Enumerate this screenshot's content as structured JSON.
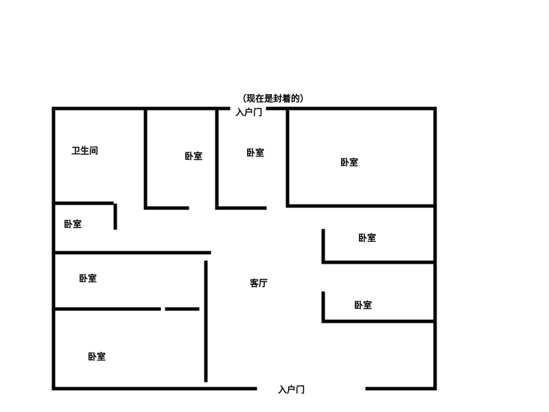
{
  "note": "（现在是封着的）",
  "entrance_top": "入户门",
  "entrance_bottom": "入户门",
  "rooms": {
    "bathroom": "卫生间",
    "bedroom_top_left_mid": "卧室",
    "bedroom_top_center": "卧室",
    "bedroom_top_right": "卧室",
    "bedroom_small_left": "卧室",
    "bedroom_right_middle": "卧室",
    "bedroom_left_middle": "卧室",
    "living_room": "客厅",
    "bedroom_right_lower": "卧室",
    "bedroom_bottom_left": "卧室"
  },
  "colors": {
    "wall": "#000000",
    "background": "#ffffff"
  }
}
